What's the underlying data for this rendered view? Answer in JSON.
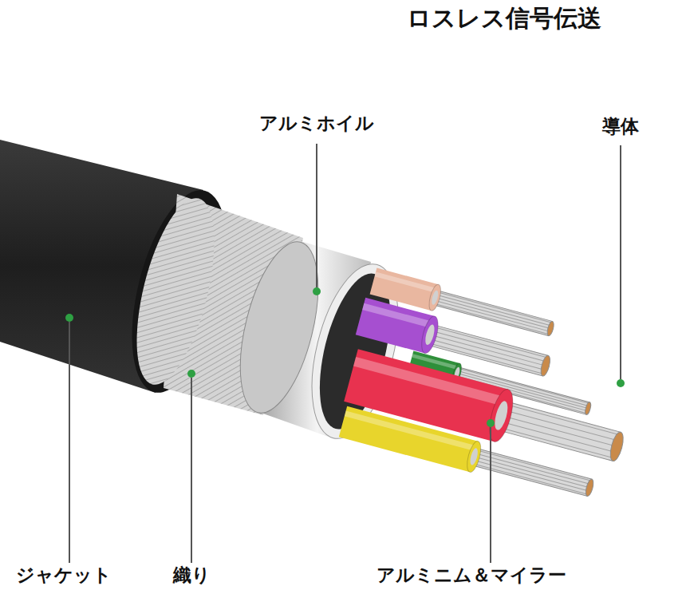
{
  "diagram": {
    "title": "ロスレス信号伝送",
    "labels": [
      "アルミホイル",
      "導体",
      "ジャケット",
      "織り",
      "アルミニム＆マイラー"
    ]
  }
}
